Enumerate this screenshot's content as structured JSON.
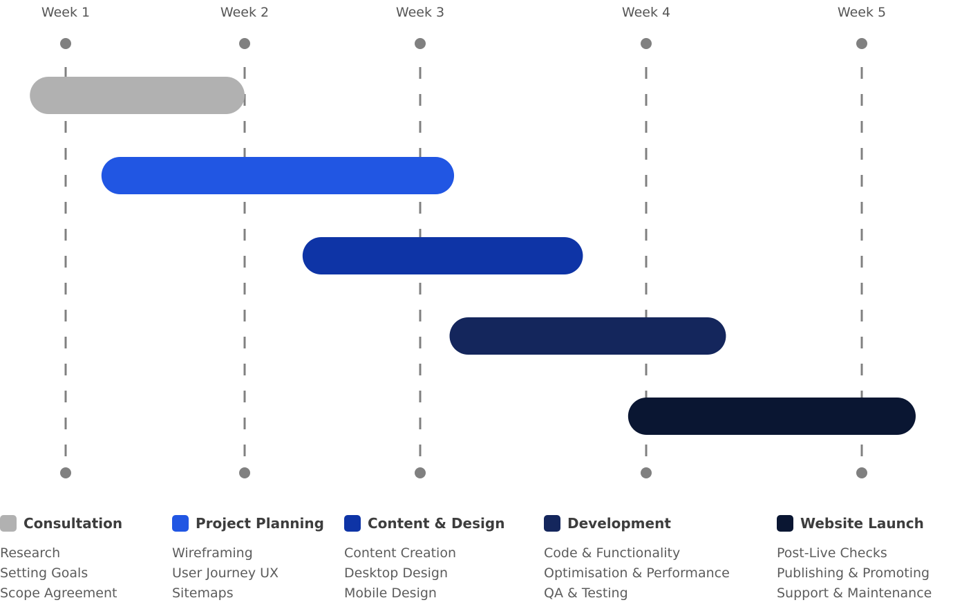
{
  "chart_data": {
    "type": "gantt",
    "weeks": [
      "Week 1",
      "Week 2",
      "Week 3",
      "Week 4",
      "Week 5"
    ],
    "xlim": [
      0.7,
      5.45
    ],
    "tasks": [
      {
        "name": "Consultation",
        "start": 0.8,
        "end": 2.0,
        "color": "#b1b1b1",
        "items": [
          "Research",
          "Setting Goals",
          "Scope Agreement"
        ]
      },
      {
        "name": "Project Planning",
        "start": 1.2,
        "end": 3.15,
        "color": "#2156e3",
        "items": [
          "Wireframing",
          "User Journey UX",
          "Sitemaps"
        ]
      },
      {
        "name": "Content & Design",
        "start": 2.33,
        "end": 3.72,
        "color": "#0e34a6",
        "items": [
          "Content Creation",
          "Desktop Design",
          "Mobile Design"
        ]
      },
      {
        "name": "Development",
        "start": 3.13,
        "end": 4.37,
        "color": "#14265c",
        "items": [
          "Code & Functionality",
          "Optimisation & Performance",
          "QA & Testing"
        ]
      },
      {
        "name": "Website Launch",
        "start": 3.92,
        "end": 5.25,
        "color": "#0a1632",
        "items": [
          "Post-Live Checks",
          "Publishing & Promoting",
          "Support & Maintenance"
        ]
      }
    ],
    "grid": true,
    "gridline_color": "#808080",
    "legend_position": "bottom"
  }
}
